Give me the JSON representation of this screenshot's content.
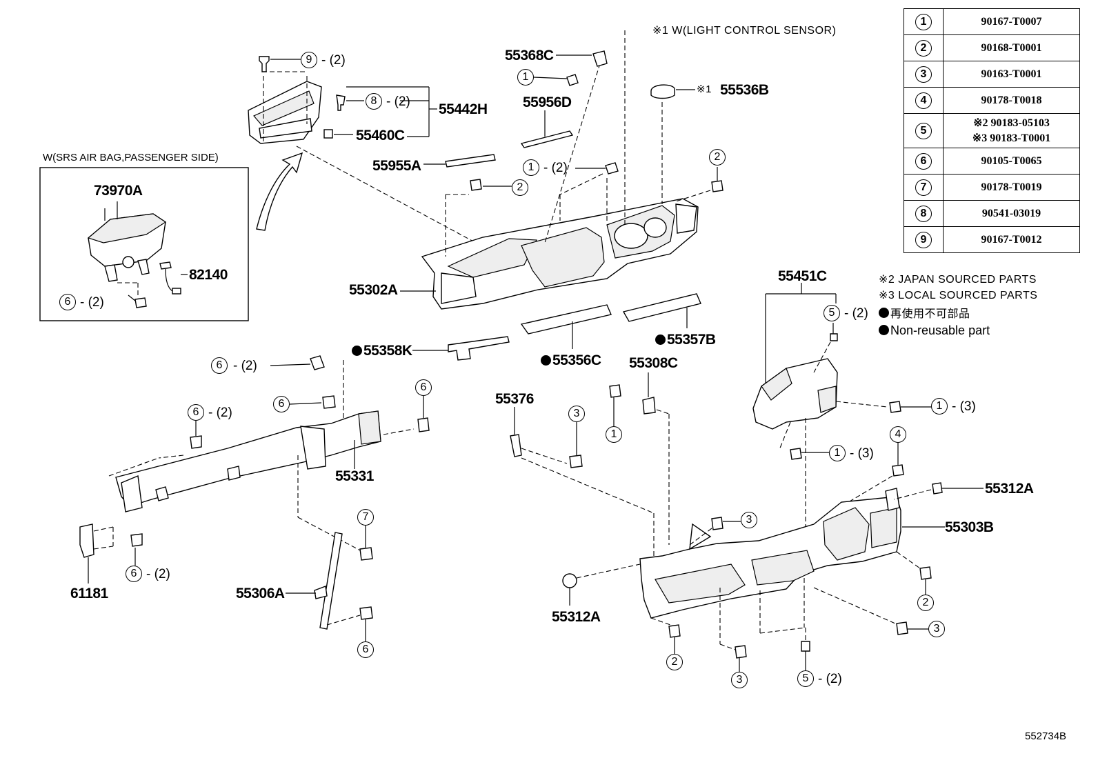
{
  "notes": {
    "sensor": "※1  W(LIGHT CONTROL SENSOR)",
    "airbag_box": "W(SRS AIR BAG,PASSENGER SIDE)",
    "japan": "※2 JAPAN SOURCED PARTS",
    "local": "※3 LOCAL SOURCED PARTS",
    "nonreuse_jp": "再使用不可部品",
    "nonreuse_en": "Non-reusable part",
    "drawing_no": "552734B",
    "sensor_mark": "※1"
  },
  "legend": [
    {
      "key": "1",
      "part": "90167-T0007"
    },
    {
      "key": "2",
      "part": "90168-T0001"
    },
    {
      "key": "3",
      "part": "90163-T0001"
    },
    {
      "key": "4",
      "part": "90178-T0018"
    },
    {
      "key": "5",
      "part": "※2 90183-05103",
      "part2": "※3 90183-T0001"
    },
    {
      "key": "6",
      "part": "90105-T0065"
    },
    {
      "key": "7",
      "part": "90178-T0019"
    },
    {
      "key": "8",
      "part": "90541-03019"
    },
    {
      "key": "9",
      "part": "90167-T0012"
    }
  ],
  "parts": {
    "p55368C": "55368C",
    "p55956D": "55956D",
    "p55536B": "55536B",
    "p55442H": "55442H",
    "p55460C": "55460C",
    "p55955A": "55955A",
    "p73970A": "73970A",
    "p82140": "82140",
    "p55302A": "55302A",
    "p55358K": "55358K",
    "p55356C": "55356C",
    "p55357B": "55357B",
    "p55308C": "55308C",
    "p55451C": "55451C",
    "p55376": "55376",
    "p55331": "55331",
    "p61181": "61181",
    "p55306A": "55306A",
    "p55312A_right": "55312A",
    "p55303B": "55303B",
    "p55312A_bottom": "55312A"
  },
  "counts": {
    "c2": "- (2)",
    "c3": "- (3)"
  },
  "callouts": {
    "one": "1",
    "two": "2",
    "three": "3",
    "four": "4",
    "five": "5",
    "six": "6",
    "seven": "7",
    "eight": "8",
    "nine": "9"
  }
}
